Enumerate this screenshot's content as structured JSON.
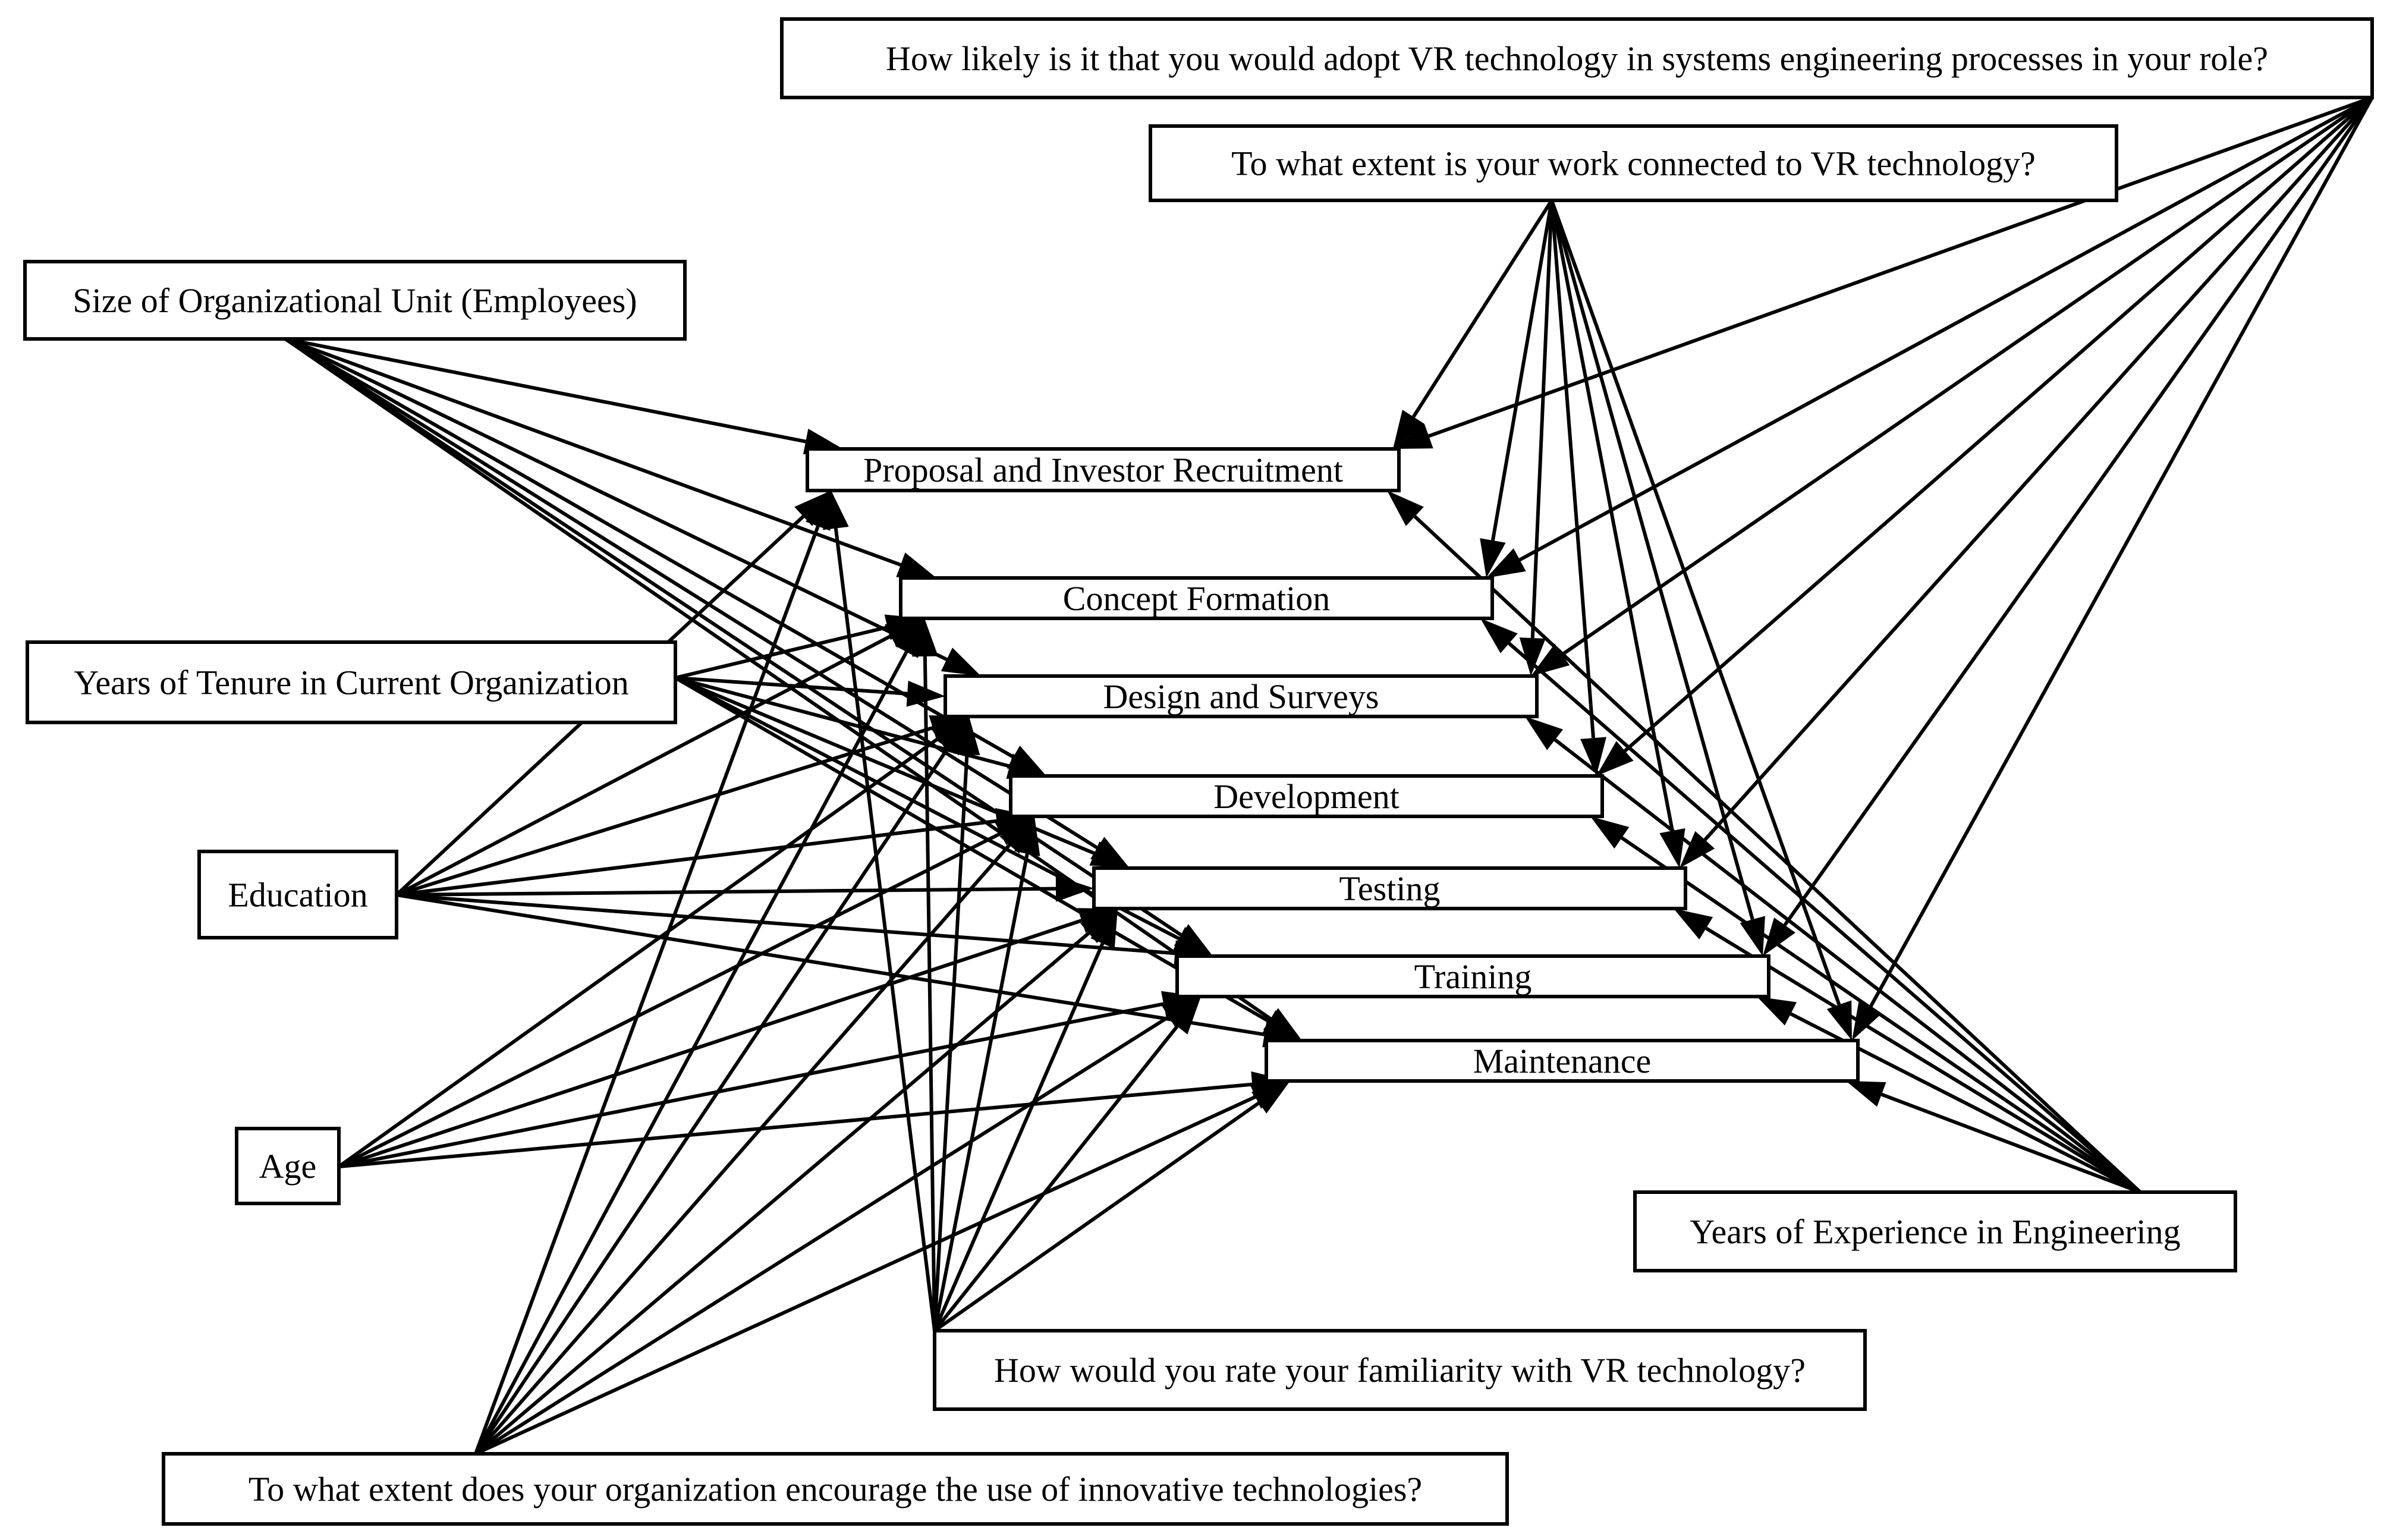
{
  "nodes": {
    "adopt_vr": "How likely is it that you would adopt VR technology in systems engineering processes in your role?",
    "work_connected": "To what extent is your work connected to VR technology?",
    "org_size": "Size of Organizational Unit (Employees)",
    "tenure": "Years of Tenure in Current Organization",
    "education": "Education",
    "age": "Age",
    "experience": "Years of Experience in Engineering",
    "familiarity": "How would you rate your familiarity with VR technology?",
    "innovation": "To what extent does your organization encourage the use of innovative technologies?",
    "proposal": "Proposal and Investor Recruitment",
    "concept": "Concept Formation",
    "design": "Design and Surveys",
    "development": "Development",
    "testing": "Testing",
    "training": "Training",
    "maintenance": "Maintenance"
  },
  "edges": [
    {
      "from": "adopt_vr",
      "to": "proposal"
    },
    {
      "from": "adopt_vr",
      "to": "concept"
    },
    {
      "from": "adopt_vr",
      "to": "design"
    },
    {
      "from": "adopt_vr",
      "to": "development"
    },
    {
      "from": "adopt_vr",
      "to": "testing"
    },
    {
      "from": "adopt_vr",
      "to": "training"
    },
    {
      "from": "adopt_vr",
      "to": "maintenance"
    },
    {
      "from": "work_connected",
      "to": "proposal"
    },
    {
      "from": "work_connected",
      "to": "concept"
    },
    {
      "from": "work_connected",
      "to": "design"
    },
    {
      "from": "work_connected",
      "to": "development"
    },
    {
      "from": "work_connected",
      "to": "testing"
    },
    {
      "from": "work_connected",
      "to": "training"
    },
    {
      "from": "work_connected",
      "to": "maintenance"
    },
    {
      "from": "org_size",
      "to": "proposal"
    },
    {
      "from": "org_size",
      "to": "concept"
    },
    {
      "from": "org_size",
      "to": "design"
    },
    {
      "from": "org_size",
      "to": "development"
    },
    {
      "from": "org_size",
      "to": "testing"
    },
    {
      "from": "org_size",
      "to": "training"
    },
    {
      "from": "org_size",
      "to": "maintenance"
    },
    {
      "from": "tenure",
      "to": "concept"
    },
    {
      "from": "tenure",
      "to": "design"
    },
    {
      "from": "tenure",
      "to": "development"
    },
    {
      "from": "tenure",
      "to": "testing"
    },
    {
      "from": "tenure",
      "to": "training"
    },
    {
      "from": "tenure",
      "to": "maintenance"
    },
    {
      "from": "education",
      "to": "proposal"
    },
    {
      "from": "education",
      "to": "concept"
    },
    {
      "from": "education",
      "to": "design"
    },
    {
      "from": "education",
      "to": "development"
    },
    {
      "from": "education",
      "to": "testing"
    },
    {
      "from": "education",
      "to": "training"
    },
    {
      "from": "education",
      "to": "maintenance"
    },
    {
      "from": "age",
      "to": "design"
    },
    {
      "from": "age",
      "to": "development"
    },
    {
      "from": "age",
      "to": "testing"
    },
    {
      "from": "age",
      "to": "training"
    },
    {
      "from": "age",
      "to": "maintenance"
    },
    {
      "from": "experience",
      "to": "proposal"
    },
    {
      "from": "experience",
      "to": "concept"
    },
    {
      "from": "experience",
      "to": "design"
    },
    {
      "from": "experience",
      "to": "development"
    },
    {
      "from": "experience",
      "to": "testing"
    },
    {
      "from": "experience",
      "to": "training"
    },
    {
      "from": "experience",
      "to": "maintenance"
    },
    {
      "from": "familiarity",
      "to": "proposal"
    },
    {
      "from": "familiarity",
      "to": "concept"
    },
    {
      "from": "familiarity",
      "to": "design"
    },
    {
      "from": "familiarity",
      "to": "development"
    },
    {
      "from": "familiarity",
      "to": "testing"
    },
    {
      "from": "familiarity",
      "to": "training"
    },
    {
      "from": "familiarity",
      "to": "maintenance"
    },
    {
      "from": "innovation",
      "to": "proposal"
    },
    {
      "from": "innovation",
      "to": "concept"
    },
    {
      "from": "innovation",
      "to": "design"
    },
    {
      "from": "innovation",
      "to": "development"
    },
    {
      "from": "innovation",
      "to": "testing"
    },
    {
      "from": "innovation",
      "to": "training"
    },
    {
      "from": "innovation",
      "to": "maintenance"
    }
  ]
}
